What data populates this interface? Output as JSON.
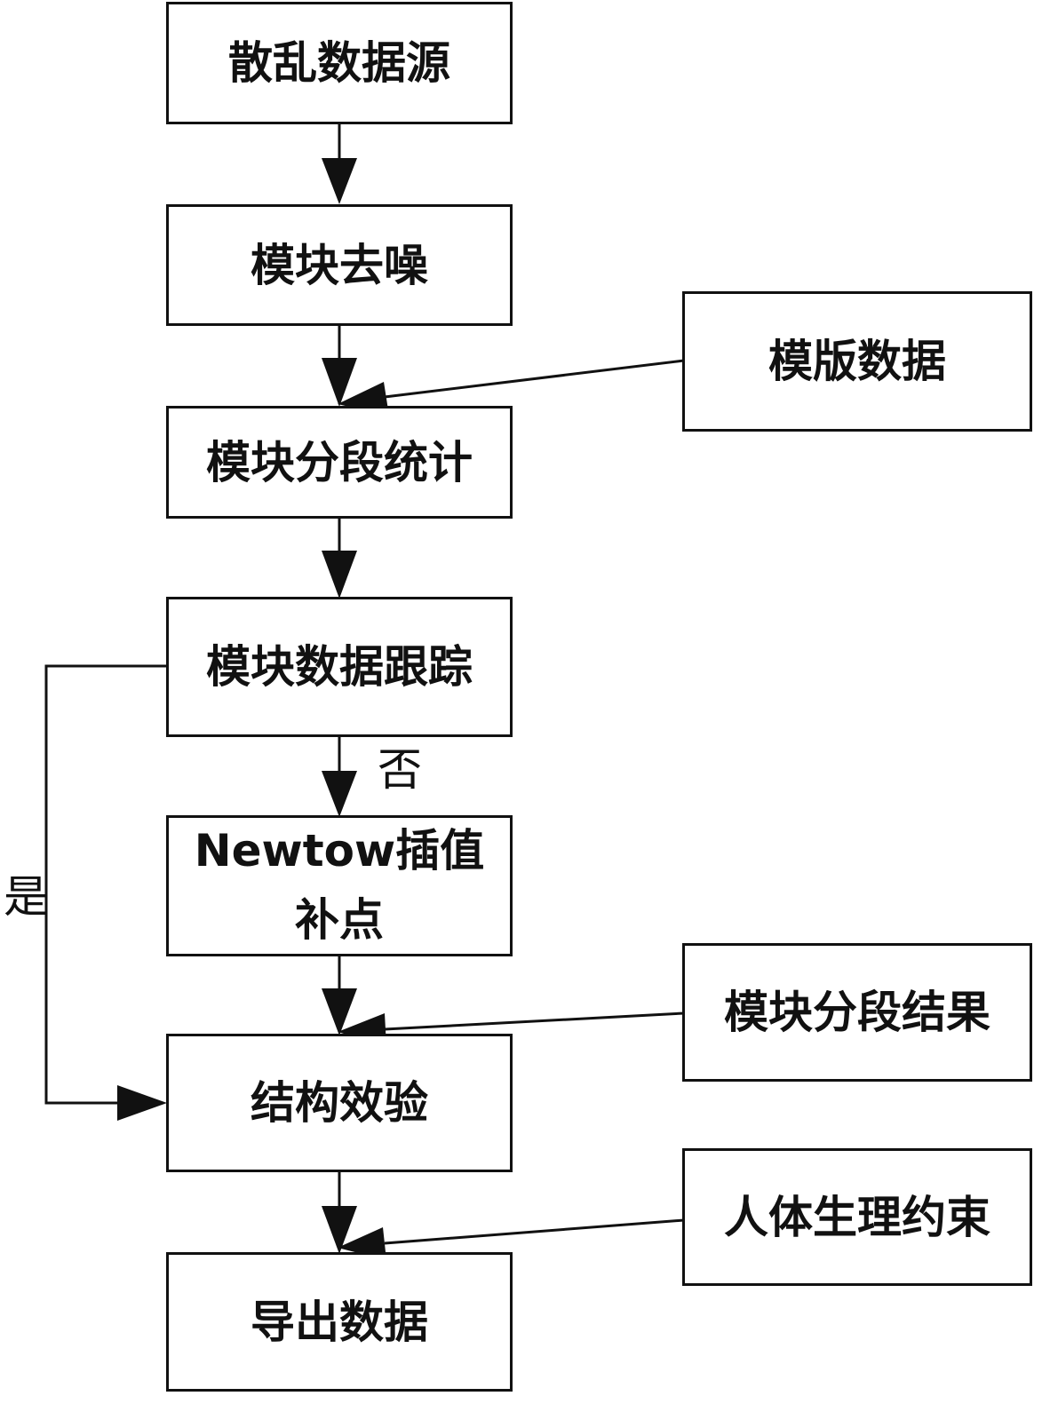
{
  "nodes": {
    "scattered_source": "散乱数据源",
    "denoise": "模块去噪",
    "segment_stats": "模块分段统计",
    "data_tracking": "模块数据跟踪",
    "newton_line1": "Newtow插值",
    "newton_line2": "补点",
    "structure_check": "结构效验",
    "export_data": "导出数据",
    "template_data": "模版数据",
    "segment_result": "模块分段结果",
    "body_constraint": "人体生理约束"
  },
  "edges": {
    "no_label": "否",
    "yes_label": "是"
  }
}
